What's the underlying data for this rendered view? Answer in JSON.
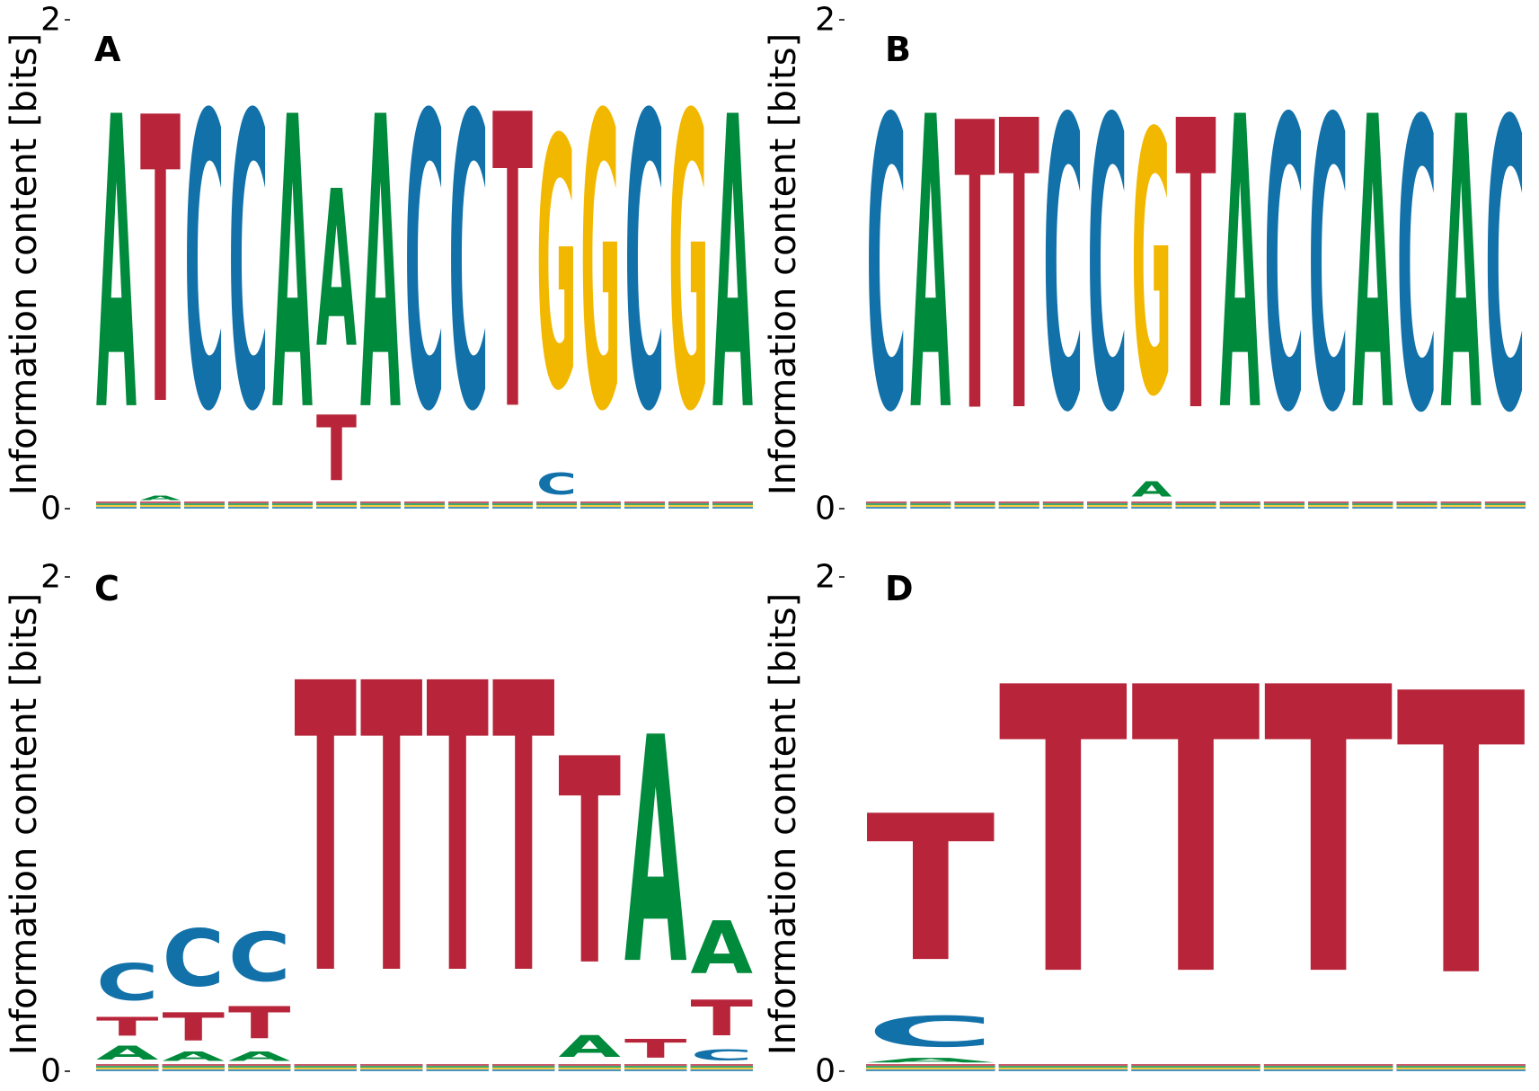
{
  "figure": {
    "colors": {
      "A": "#008a3c",
      "C": "#1271a8",
      "G": "#f2b800",
      "T": "#b8253a",
      "axis": "#000000"
    }
  },
  "chart_data": [
    {
      "type": "sequence-logo",
      "panel_label": "A",
      "ylabel": "Information content [bits]",
      "ylim": [
        0,
        2
      ],
      "y_ticks": [
        "0",
        "2"
      ],
      "positions": [
        {
          "letters": [
            {
              "base": "A",
              "bits": 1.92
            }
          ]
        },
        {
          "letters": [
            {
              "base": "A",
              "bits": 0.03
            },
            {
              "base": "T",
              "bits": 1.88
            }
          ]
        },
        {
          "letters": [
            {
              "base": "C",
              "bits": 1.93
            }
          ]
        },
        {
          "letters": [
            {
              "base": "C",
              "bits": 1.93
            }
          ]
        },
        {
          "letters": [
            {
              "base": "A",
              "bits": 1.92
            }
          ]
        },
        {
          "letters": [
            {
              "base": "T",
              "bits": 0.43
            },
            {
              "base": "A",
              "bits": 1.03
            }
          ]
        },
        {
          "letters": [
            {
              "base": "A",
              "bits": 1.92
            }
          ]
        },
        {
          "letters": [
            {
              "base": "C",
              "bits": 1.93
            }
          ]
        },
        {
          "letters": [
            {
              "base": "C",
              "bits": 1.93
            }
          ]
        },
        {
          "letters": [
            {
              "base": "T",
              "bits": 1.93
            }
          ]
        },
        {
          "letters": [
            {
              "base": "C",
              "bits": 0.14
            },
            {
              "base": "G",
              "bits": 1.64
            }
          ]
        },
        {
          "letters": [
            {
              "base": "G",
              "bits": 1.93
            }
          ]
        },
        {
          "letters": [
            {
              "base": "C",
              "bits": 1.93
            }
          ]
        },
        {
          "letters": [
            {
              "base": "G",
              "bits": 1.93
            }
          ]
        },
        {
          "letters": [
            {
              "base": "A",
              "bits": 1.92
            }
          ]
        }
      ]
    },
    {
      "type": "sequence-logo",
      "panel_label": "B",
      "ylabel": "Information content [bits]",
      "ylim": [
        0,
        2
      ],
      "y_ticks": [
        "0",
        "2"
      ],
      "positions": [
        {
          "letters": [
            {
              "base": "C",
              "bits": 1.91
            }
          ]
        },
        {
          "letters": [
            {
              "base": "A",
              "bits": 1.92
            }
          ]
        },
        {
          "letters": [
            {
              "base": "T",
              "bits": 1.89
            }
          ]
        },
        {
          "letters": [
            {
              "base": "T",
              "bits": 1.9
            }
          ]
        },
        {
          "letters": [
            {
              "base": "C",
              "bits": 1.91
            }
          ]
        },
        {
          "letters": [
            {
              "base": "C",
              "bits": 1.91
            }
          ]
        },
        {
          "letters": [
            {
              "base": "A",
              "bits": 0.1
            },
            {
              "base": "G",
              "bits": 1.72
            }
          ]
        },
        {
          "letters": [
            {
              "base": "T",
              "bits": 1.9
            }
          ]
        },
        {
          "letters": [
            {
              "base": "A",
              "bits": 1.92
            }
          ]
        },
        {
          "letters": [
            {
              "base": "C",
              "bits": 1.91
            }
          ]
        },
        {
          "letters": [
            {
              "base": "C",
              "bits": 1.91
            }
          ]
        },
        {
          "letters": [
            {
              "base": "A",
              "bits": 1.92
            }
          ]
        },
        {
          "letters": [
            {
              "base": "C",
              "bits": 1.9
            }
          ]
        },
        {
          "letters": [
            {
              "base": "A",
              "bits": 1.92
            }
          ]
        },
        {
          "letters": [
            {
              "base": "C",
              "bits": 1.9
            }
          ]
        }
      ]
    },
    {
      "type": "sequence-logo",
      "panel_label": "C",
      "ylabel": "Information content [bits]",
      "ylim": [
        0,
        2
      ],
      "y_ticks": [
        "0",
        "2"
      ],
      "positions": [
        {
          "letters": [
            {
              "base": "A",
              "bits": 0.09
            },
            {
              "base": "T",
              "bits": 0.12
            },
            {
              "base": "C",
              "bits": 0.24
            }
          ]
        },
        {
          "letters": [
            {
              "base": "A",
              "bits": 0.06
            },
            {
              "base": "T",
              "bits": 0.18
            },
            {
              "base": "C",
              "bits": 0.37
            }
          ]
        },
        {
          "letters": [
            {
              "base": "A",
              "bits": 0.06
            },
            {
              "base": "T",
              "bits": 0.21
            },
            {
              "base": "C",
              "bits": 0.32
            }
          ]
        },
        {
          "letters": [
            {
              "base": "T",
              "bits": 1.88
            }
          ]
        },
        {
          "letters": [
            {
              "base": "T",
              "bits": 1.88
            }
          ]
        },
        {
          "letters": [
            {
              "base": "T",
              "bits": 1.88
            }
          ]
        },
        {
          "letters": [
            {
              "base": "T",
              "bits": 1.88
            }
          ]
        },
        {
          "letters": [
            {
              "base": "A",
              "bits": 0.14
            },
            {
              "base": "T",
              "bits": 1.34
            }
          ]
        },
        {
          "letters": [
            {
              "base": "T",
              "bits": 0.12
            },
            {
              "base": "A",
              "bits": 1.47
            }
          ]
        },
        {
          "letters": [
            {
              "base": "C",
              "bits": 0.07
            },
            {
              "base": "T",
              "bits": 0.23
            },
            {
              "base": "A",
              "bits": 0.34
            }
          ]
        }
      ]
    },
    {
      "type": "sequence-logo",
      "panel_label": "D",
      "ylabel": "Information content [bits]",
      "ylim": [
        0,
        2
      ],
      "y_ticks": [
        "0",
        "2"
      ],
      "positions": [
        {
          "letters": [
            {
              "base": "A",
              "bits": 0.03
            },
            {
              "base": "C",
              "bits": 0.2
            },
            {
              "base": "T",
              "bits": 0.95
            }
          ]
        },
        {
          "letters": [
            {
              "base": "T",
              "bits": 1.86
            }
          ]
        },
        {
          "letters": [
            {
              "base": "T",
              "bits": 1.86
            }
          ]
        },
        {
          "letters": [
            {
              "base": "T",
              "bits": 1.86
            }
          ]
        },
        {
          "letters": [
            {
              "base": "T",
              "bits": 1.83
            }
          ]
        }
      ]
    }
  ]
}
